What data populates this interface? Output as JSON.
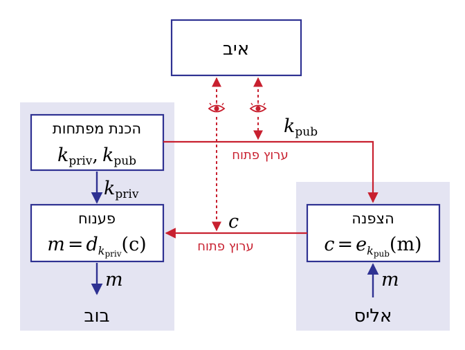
{
  "eve": {
    "title": "איב"
  },
  "keygen": {
    "title": "הכנת מפתחות",
    "priv_base": "k",
    "priv_sub": "priv",
    "separator": ",",
    "pub_base": "k",
    "pub_sub": "pub"
  },
  "decrypt": {
    "title": "פענוח",
    "m": "m",
    "eq": "=",
    "d": "d",
    "k": "k",
    "ksub": "priv",
    "arg": "(c)"
  },
  "encrypt": {
    "title": "הצפנה",
    "c": "c",
    "eq": "=",
    "e": "e",
    "k": "k",
    "ksub": "pub",
    "arg": "(m)"
  },
  "labels": {
    "open_channel_top": "ערוץ פתוח",
    "open_channel_bottom": "ערוץ פתוח",
    "kpub_base": "k",
    "kpub_sub": "pub",
    "kpriv_base": "k",
    "kpriv_sub": "priv",
    "c": "c",
    "m_bob": "m",
    "m_alice": "m"
  },
  "bob": {
    "name": "בוב"
  },
  "alice": {
    "name": "אליס"
  },
  "colors": {
    "blue": "#2e3192",
    "red": "#c8202f",
    "panel": "#e4e4f2"
  },
  "icons": [
    "eye-icon",
    "eye-icon"
  ]
}
